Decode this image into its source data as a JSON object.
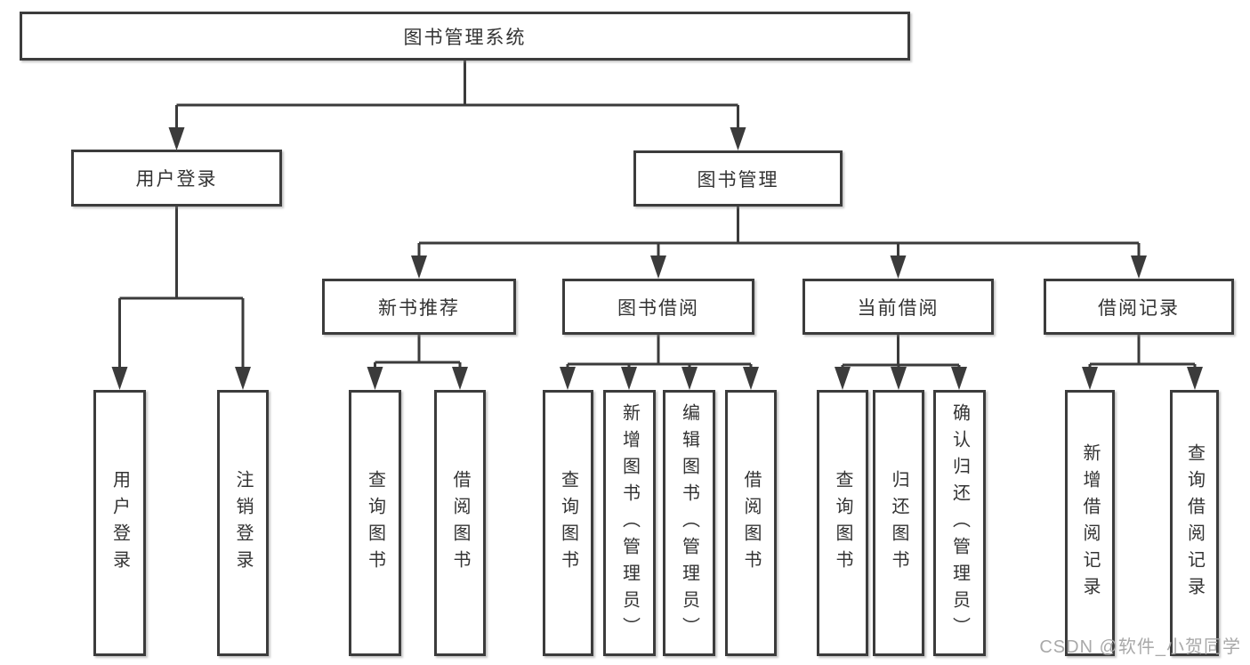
{
  "tree": {
    "label": "图书管理系统",
    "children": [
      {
        "label": "用户登录",
        "children": [
          {
            "label": "用户登录"
          },
          {
            "label": "注销登录"
          }
        ]
      },
      {
        "label": "图书管理",
        "children": [
          {
            "label": "新书推荐",
            "children": [
              {
                "label": "查询图书"
              },
              {
                "label": "借阅图书"
              }
            ]
          },
          {
            "label": "图书借阅",
            "children": [
              {
                "label": "查询图书"
              },
              {
                "label": "新增图书（管理员）"
              },
              {
                "label": "编辑图书（管理员）"
              },
              {
                "label": "借阅图书"
              }
            ]
          },
          {
            "label": "当前借阅",
            "children": [
              {
                "label": "查询图书"
              },
              {
                "label": "归还图书"
              },
              {
                "label": "确认归还（管理员）"
              }
            ]
          },
          {
            "label": "借阅记录",
            "children": [
              {
                "label": "新增借阅记录"
              },
              {
                "label": "查询借阅记录"
              }
            ]
          }
        ]
      }
    ]
  },
  "watermark": "CSDN @软件_小贺同学",
  "colors": {
    "line": "#3b3b3b",
    "box_border": "#3c3c3c",
    "text": "#333333",
    "watermark": "#a9a9a9",
    "background": "#ffffff"
  }
}
